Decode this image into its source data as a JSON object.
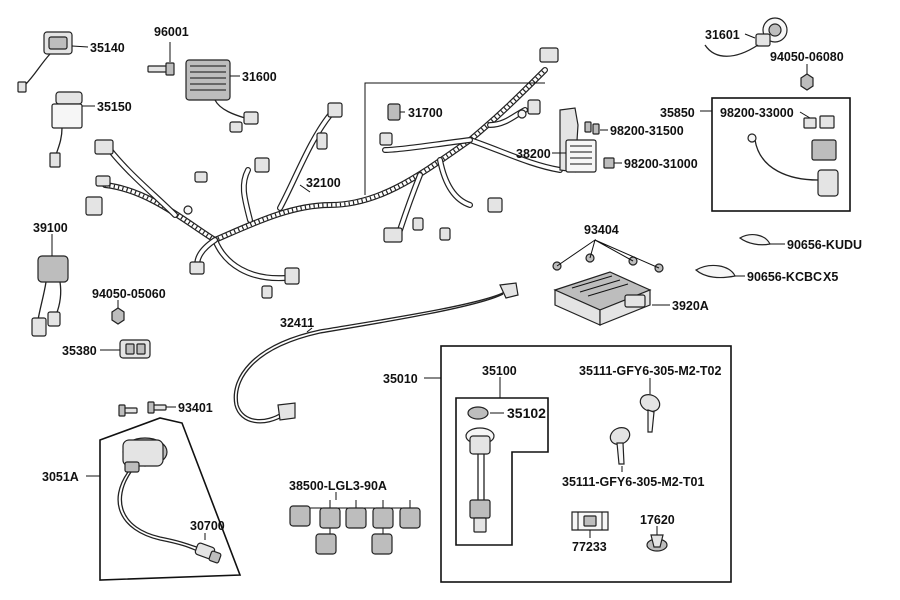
{
  "parts": {
    "p35140": "35140",
    "p96001": "96001",
    "p31600": "31600",
    "p31601": "31601",
    "p94050_06080": "94050-06080",
    "p35150": "35150",
    "p31700": "31700",
    "p35850": "35850",
    "p98200_33000": "98200-33000",
    "p98200_31500": "98200-31500",
    "p38200": "38200",
    "p98200_31000": "98200-31000",
    "p32100": "32100",
    "p39100": "39100",
    "p93404": "93404",
    "p90656_kudu": "90656-KUDU",
    "p90656_kcbc": "90656-KCBC",
    "qty_x5": "X5",
    "p94050_05060": "94050-05060",
    "p3920a": "3920A",
    "p32411": "32411",
    "p35380": "35380",
    "p35010": "35010",
    "p35100": "35100",
    "p35111_t02": "35111-GFY6-305-M2-T02",
    "p93401": "93401",
    "p35102": "35102",
    "p3051a": "3051A",
    "p35111_t01": "35111-GFY6-305-M2-T01",
    "p38500": "38500-LGL3-90A",
    "p30700": "30700",
    "p77233": "77233",
    "p17620": "17620"
  }
}
